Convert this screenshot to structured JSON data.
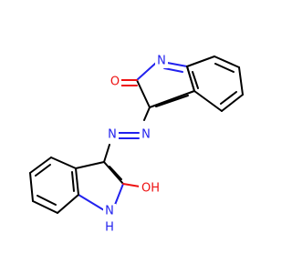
{
  "molecule": {
    "colors": {
      "background": "#ffffff",
      "carbon_bond": "#000000",
      "nitrogen": "#2222ee",
      "oxygen": "#ee1111"
    },
    "atom_labels": {
      "o_top": "O",
      "n_top": "N",
      "n_azo_1": "N",
      "n_azo_2": "N",
      "oh_bottom": "OH",
      "nh_bottom_n": "N",
      "nh_bottom_h": "H"
    }
  }
}
